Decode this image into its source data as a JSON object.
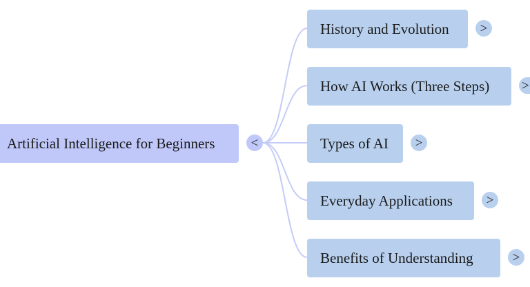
{
  "mindmap": {
    "root": {
      "label": "Artificial Intelligence for Beginners",
      "toggle": "<"
    },
    "branches": [
      {
        "label": "History and Evolution",
        "toggle": ">"
      },
      {
        "label": "How AI Works (Three Steps)",
        "toggle": ">"
      },
      {
        "label": "Types of AI",
        "toggle": ">"
      },
      {
        "label": "Everyday Applications",
        "toggle": ">"
      },
      {
        "label": "Benefits of Understanding",
        "toggle": ">"
      }
    ]
  },
  "colors": {
    "root_fill": "#c0c8fa",
    "branch_fill": "#b8d0ee",
    "connector": "#c5cdf7"
  }
}
